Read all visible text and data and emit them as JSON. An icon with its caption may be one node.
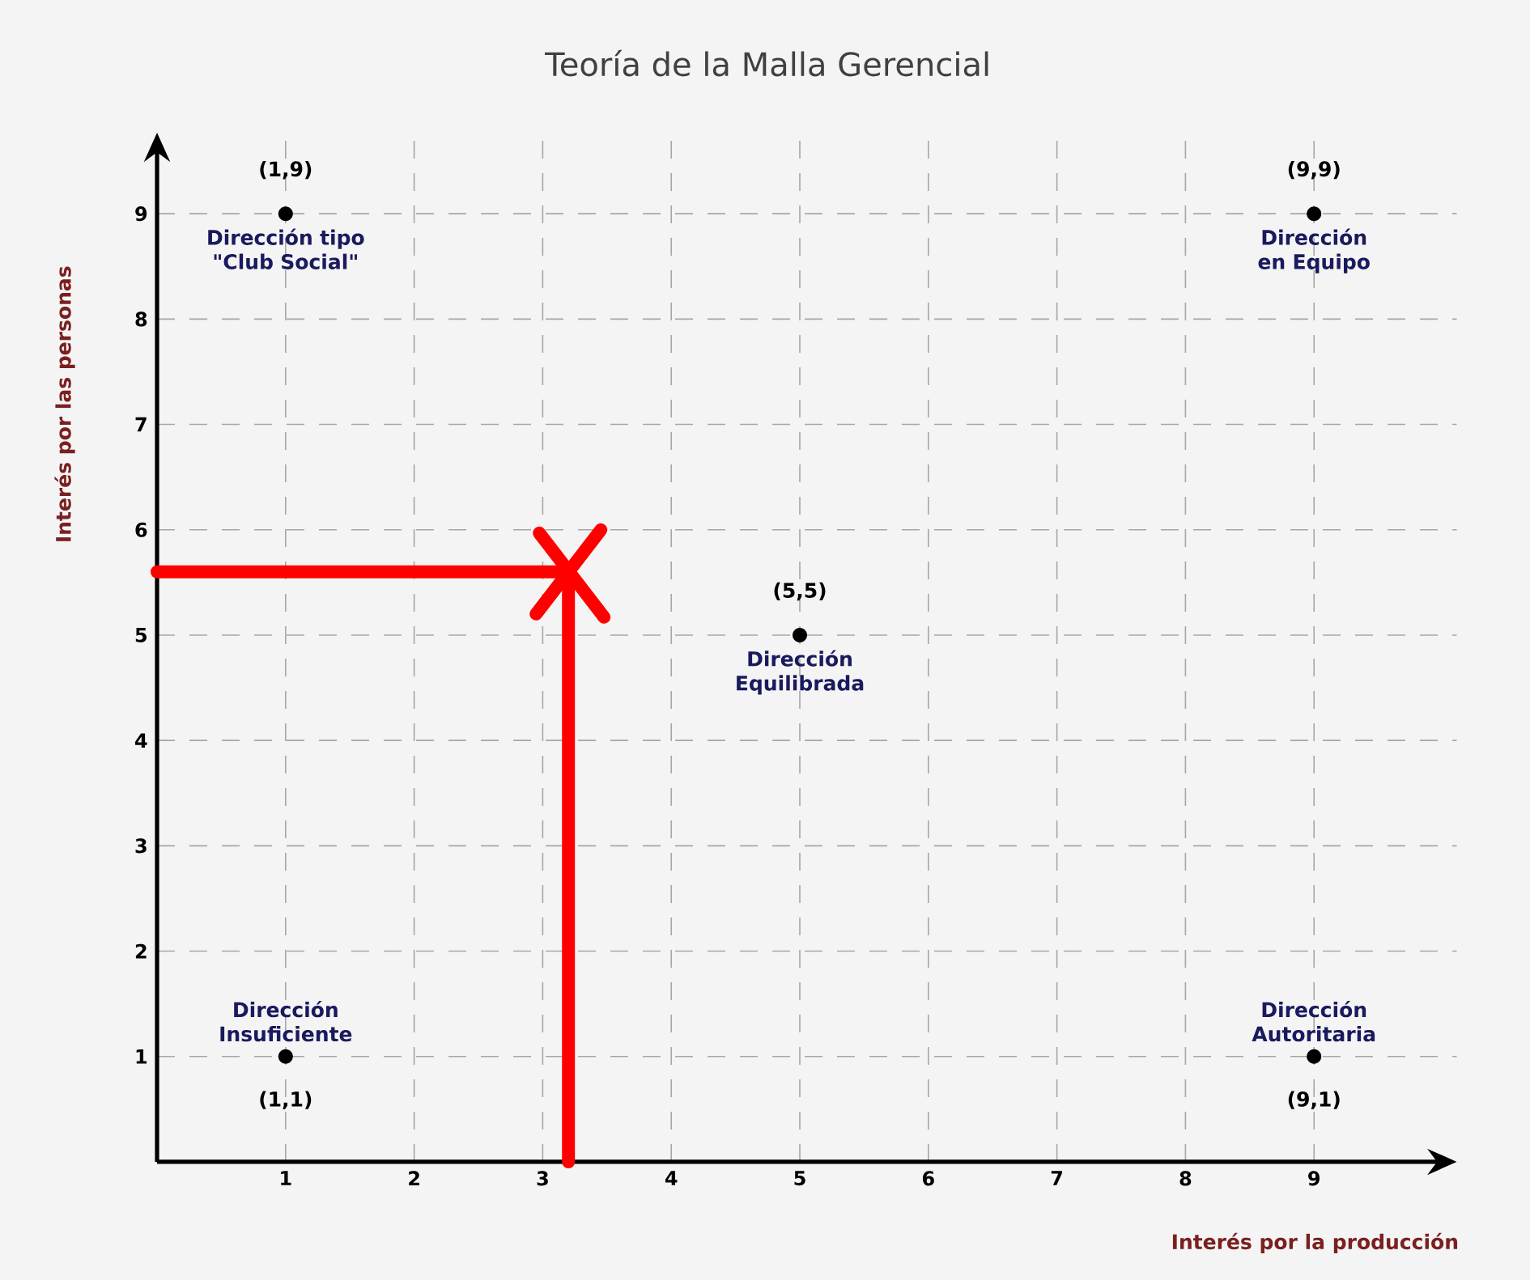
{
  "diagram": {
    "chart_data": {
      "type": "scatter",
      "title": "Teoría de la Malla Gerencial",
      "xlabel": "Interés por la producción",
      "ylabel": "Interés por las personas",
      "x": [
        1,
        9,
        5,
        1,
        9
      ],
      "values": [
        9,
        9,
        5,
        1,
        1
      ],
      "xlim": [
        0,
        10.11
      ],
      "ylim": [
        0,
        9.77
      ],
      "xticks": [
        1,
        2,
        3,
        4,
        5,
        6,
        7,
        8,
        9
      ],
      "yticks": [
        1,
        2,
        3,
        4,
        5,
        6,
        7,
        8,
        9
      ],
      "grid": true,
      "ref_lines": [
        {
          "axis": "y",
          "value": 5.6,
          "color": "#ff0000"
        },
        {
          "axis": "x",
          "value": 3.2,
          "color": "#ff0000"
        }
      ],
      "annotations": [
        {
          "x": 1,
          "y": 9,
          "text": "(1,9)"
        },
        {
          "x": 1,
          "y": 9,
          "text": "Dirección tipo \"Club Social\""
        },
        {
          "x": 9,
          "y": 9,
          "text": "(9,9)"
        },
        {
          "x": 9,
          "y": 9,
          "text": "Dirección en Equipo"
        },
        {
          "x": 5,
          "y": 5,
          "text": "(5,5)"
        },
        {
          "x": 5,
          "y": 5,
          "text": "Dirección Equilibrada"
        },
        {
          "x": 1,
          "y": 1,
          "text": "Dirección Insuficiente"
        },
        {
          "x": 1,
          "y": 1,
          "text": "(1,1)"
        },
        {
          "x": 9,
          "y": 1,
          "text": "Dirección Autoritaria"
        },
        {
          "x": 9,
          "y": 1,
          "text": "(9,1)"
        }
      ]
    }
  }
}
